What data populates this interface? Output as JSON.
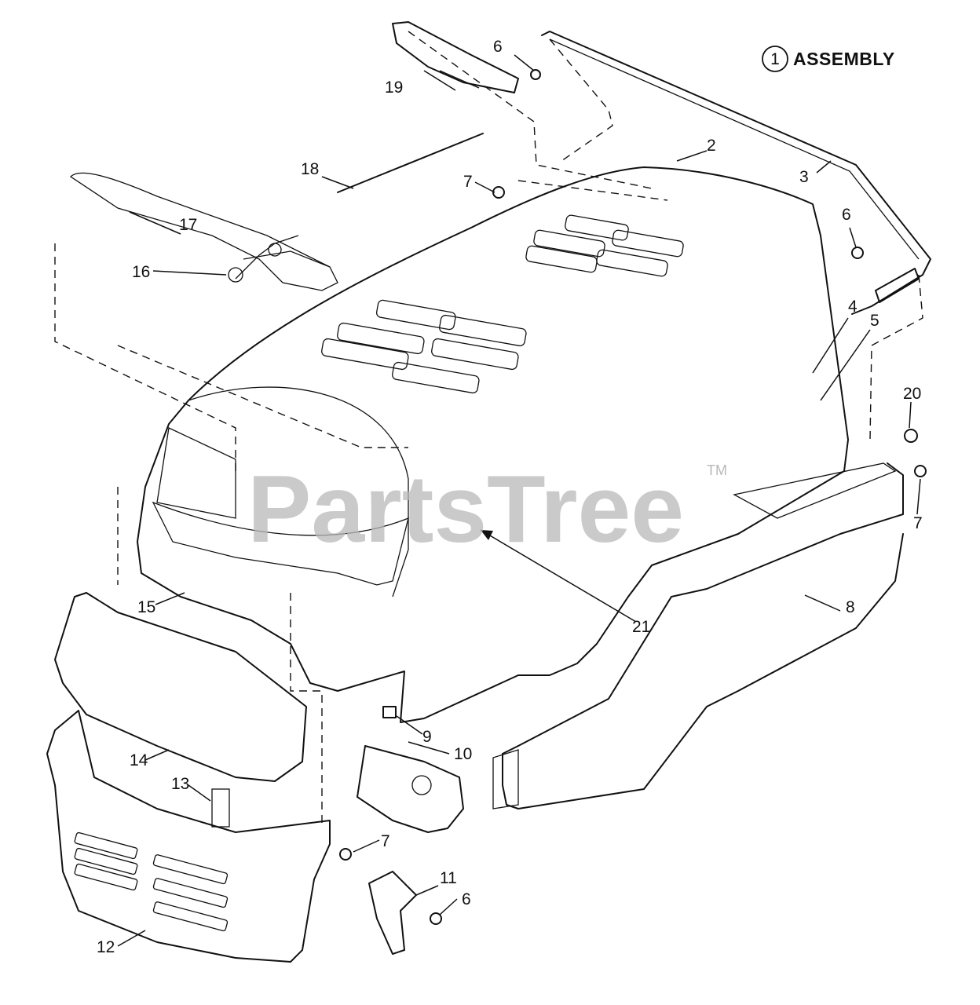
{
  "header": {
    "assembly_number": "1",
    "assembly_label": "ASSEMBLY"
  },
  "watermark": {
    "text": "PartsTree",
    "mark": "TM"
  },
  "callouts": [
    "2",
    "3",
    "4",
    "5",
    "6",
    "6",
    "6",
    "7",
    "7",
    "7",
    "8",
    "9",
    "10",
    "11",
    "12",
    "13",
    "14",
    "15",
    "16",
    "17",
    "18",
    "19",
    "20",
    "21"
  ]
}
